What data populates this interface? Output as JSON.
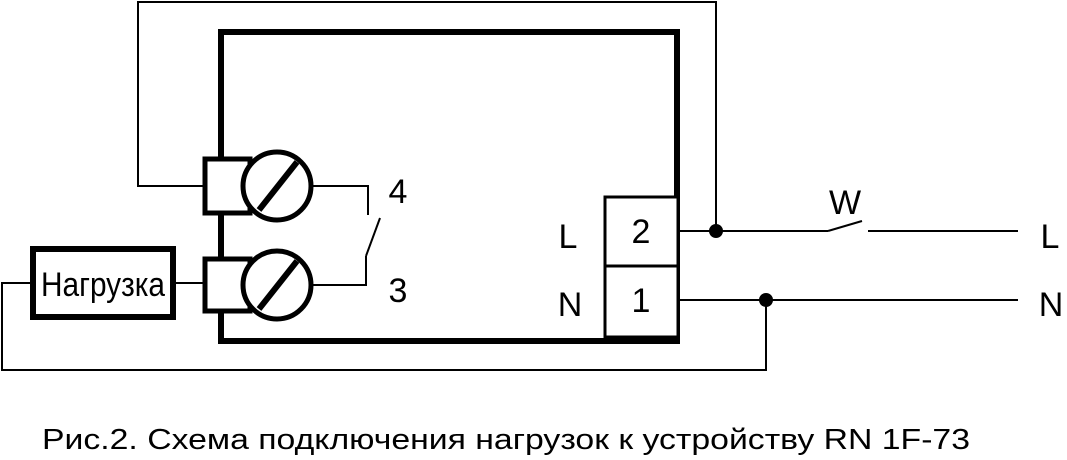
{
  "diagram": {
    "load_label": "Нагрузка",
    "terminals": {
      "t4": "4",
      "t3": "3",
      "t2": "2",
      "t1": "1"
    },
    "side_labels": {
      "inner_L": "L",
      "inner_N": "N",
      "outer_L": "L",
      "outer_N": "N",
      "switch_W": "W"
    },
    "caption": "Рис.2. Схема подключения  нагрузок к устройству RN 1F-73"
  },
  "colors": {
    "line": "#000000",
    "background": "#ffffff"
  }
}
